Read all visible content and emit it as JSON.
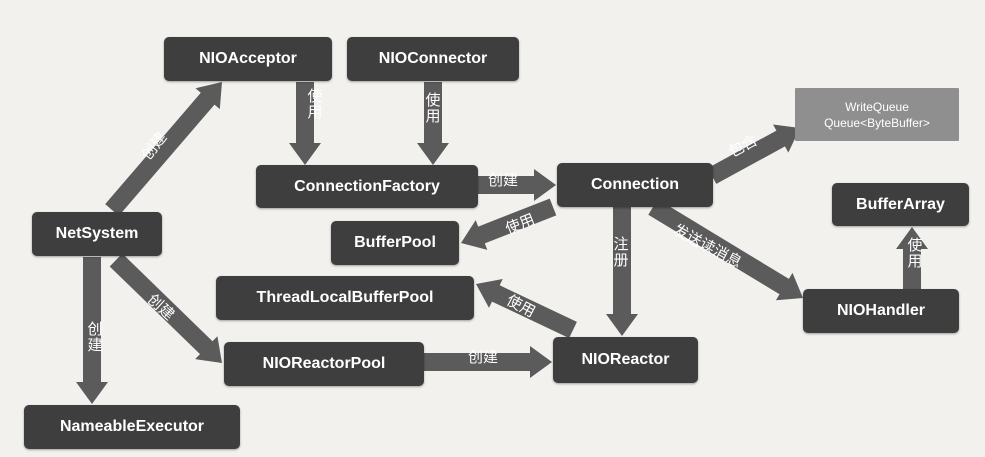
{
  "nodes": {
    "nio_acceptor": "NIOAcceptor",
    "nio_connector": "NIOConnector",
    "write_queue_line1": "WriteQueue",
    "write_queue_line2": "Queue<ByteBuffer>",
    "connection_factory": "ConnectionFactory",
    "connection": "Connection",
    "buffer_array": "BufferArray",
    "net_system": "NetSystem",
    "buffer_pool": "BufferPool",
    "thread_local_buffer_pool": "ThreadLocalBufferPool",
    "nio_handler": "NIOHandler",
    "nio_reactor_pool": "NIOReactorPool",
    "nio_reactor": "NIOReactor",
    "nameable_executor": "NameableExecutor"
  },
  "edges": {
    "acceptor_uses_factory": [
      "使",
      "用"
    ],
    "connector_uses_factory": [
      "使",
      "用"
    ],
    "netsystem_creates_acceptor": "创建",
    "factory_creates_connection": "创建",
    "connection_contains_writequeue": "包含",
    "connection_uses_bufferpool": "使用",
    "connection_registers_reactor": [
      "注",
      "册"
    ],
    "connection_sends_to_handler": "发送读消息",
    "handler_uses_bufferarray": [
      "使",
      "用"
    ],
    "reactor_uses_threadlocalpool": "使用",
    "netsystem_creates_reactorpool": "创建",
    "reactorpool_creates_reactor": "创建",
    "netsystem_creates_executor": [
      "创",
      "建"
    ]
  },
  "colors": {
    "node_fill": "#3e3e3e",
    "node_light_fill": "#8f8f8f",
    "arrow_fill": "#5b5b5b",
    "background": "#f2f1ee"
  }
}
